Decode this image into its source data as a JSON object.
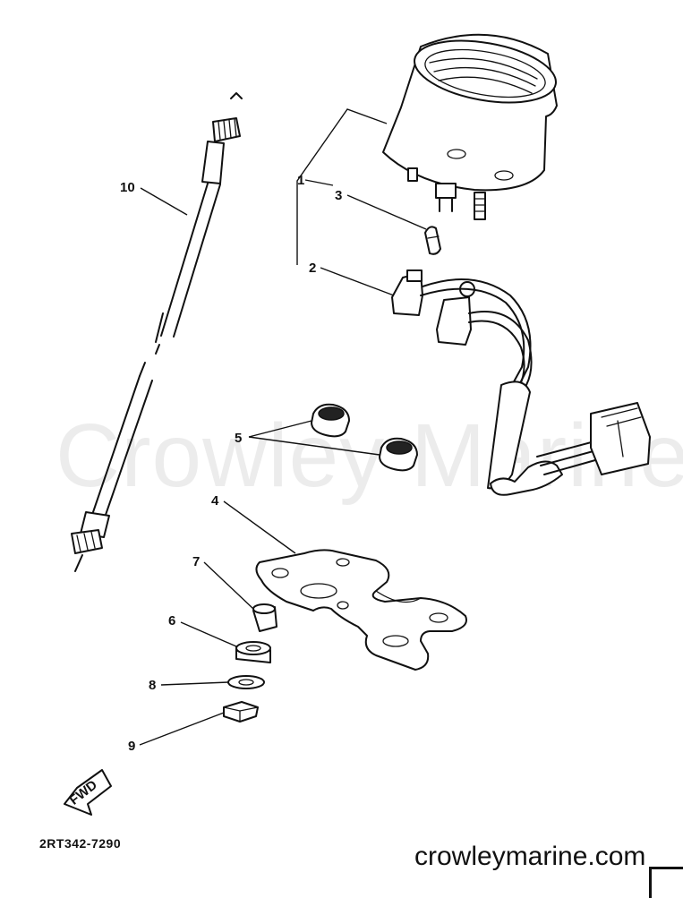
{
  "diagram": {
    "callouts": [
      {
        "id": "1",
        "label": "1"
      },
      {
        "id": "2",
        "label": "2"
      },
      {
        "id": "3",
        "label": "3"
      },
      {
        "id": "4",
        "label": "4"
      },
      {
        "id": "5",
        "label": "5"
      },
      {
        "id": "6",
        "label": "6"
      },
      {
        "id": "7",
        "label": "7"
      },
      {
        "id": "8",
        "label": "8"
      },
      {
        "id": "9",
        "label": "9"
      },
      {
        "id": "10",
        "label": "10"
      }
    ],
    "fwd_arrow_label": "FWD",
    "catalog_number": "2RT342-7290",
    "watermark": "Crowley Marine",
    "website": "crowleymarine.com"
  }
}
